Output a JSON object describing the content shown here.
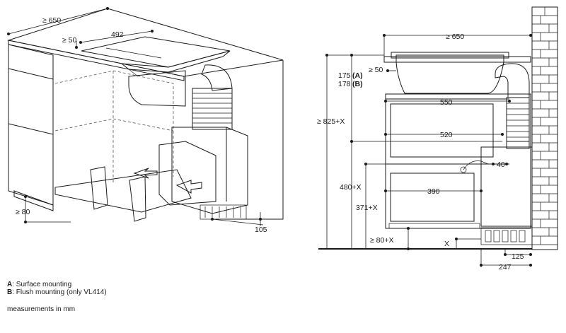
{
  "left_view": {
    "dims": {
      "width_min": "≥ 650",
      "gap_min": "≥ 50",
      "cutout": "492",
      "plinth_min": "≥ 80",
      "duct_offset": "105"
    }
  },
  "right_view": {
    "dims": {
      "width_min": "≥ 650",
      "gap_min": "≥ 50",
      "depth_a": "175",
      "depth_a_letter": "(A)",
      "depth_b": "178",
      "depth_b_letter": "(B)",
      "inner_550": "550",
      "inner_520": "520",
      "gap_40": "40",
      "inner_390": "390",
      "height_total": "≥ 825+X",
      "height_480": "480+X",
      "height_371": "371+X",
      "plinth": "≥ 80+X",
      "x_label": "X",
      "duct_125": "125",
      "duct_247": "247"
    }
  },
  "legend": {
    "a_key": "A",
    "a_text": ": Surface mounting",
    "b_key": "B",
    "b_text": ": Flush mounting (only VL414)",
    "units": "measurements in mm"
  }
}
